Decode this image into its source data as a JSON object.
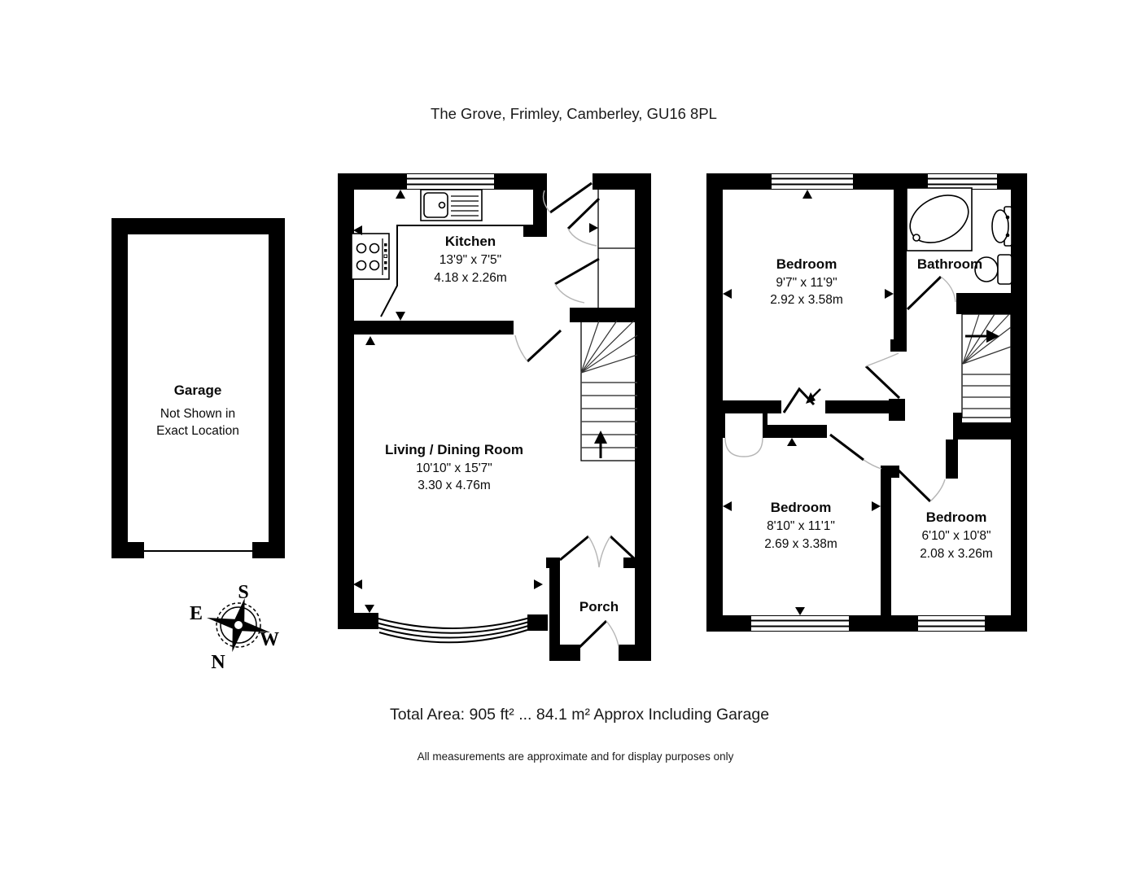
{
  "title": "The Grove, Frimley, Camberley, GU16 8PL",
  "garage": {
    "name": "Garage",
    "note_line1": "Not Shown in",
    "note_line2": "Exact Location"
  },
  "compass": {
    "north": "N",
    "south": "S",
    "east": "E",
    "west": "W"
  },
  "ground_floor": {
    "kitchen": {
      "name": "Kitchen",
      "dims_imperial": "13'9\" x 7'5\"",
      "dims_metric": "4.18 x 2.26m"
    },
    "living": {
      "name": "Living / Dining Room",
      "dims_imperial": "10'10\" x 15'7\"",
      "dims_metric": "3.30 x 4.76m"
    },
    "porch": {
      "name": "Porch"
    }
  },
  "first_floor": {
    "bedroom1": {
      "name": "Bedroom",
      "dims_imperial": "9'7\" x 11'9\"",
      "dims_metric": "2.92 x 3.58m"
    },
    "bathroom": {
      "name": "Bathroom"
    },
    "bedroom2": {
      "name": "Bedroom",
      "dims_imperial": "8'10\" x 11'1\"",
      "dims_metric": "2.69 x 3.38m"
    },
    "bedroom3": {
      "name": "Bedroom",
      "dims_imperial": "6'10\" x 10'8\"",
      "dims_metric": "2.08 x 3.26m"
    }
  },
  "footer": {
    "total_area": "Total Area: 905 ft² ... 84.1 m² Approx Including Garage",
    "disclaimer": "All measurements are approximate and for display purposes only"
  },
  "colors": {
    "wall": "#000000",
    "background": "#ffffff"
  }
}
